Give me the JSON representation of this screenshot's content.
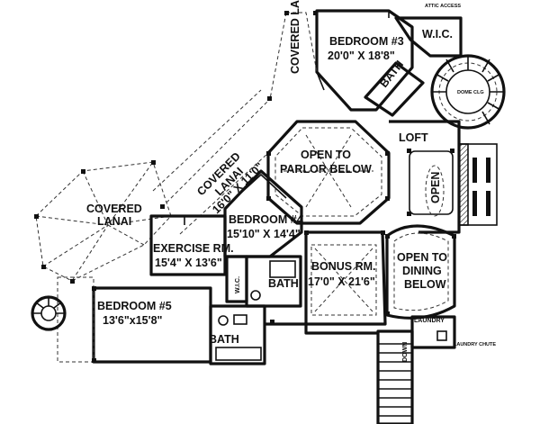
{
  "labels": {
    "bedroom3_title": "BEDROOM #3",
    "bedroom3_dims": "20'0\" X 18'8\"",
    "wic_top": "W.I.C.",
    "attic_access": "ATTIC ACCESS",
    "covered_lanai_vertical": "COVERED LANAI",
    "bath_top": "BATH",
    "dome_clg": "DOME CLG",
    "open_to_parlor_1": "OPEN TO",
    "open_to_parlor_2": "PARLOR BELOW",
    "loft": "LOFT",
    "covered_lanai_mid_1": "COVERED",
    "covered_lanai_mid_2": "LANAI",
    "covered_lanai_mid_dims": "16'0\" X 11'0\"",
    "covered_lanai_left_1": "COVERED",
    "covered_lanai_left_2": "LANAI",
    "open_side": "OPEN",
    "bedroom4_title": "BEDROOM #4",
    "bedroom4_dims": "15'10\" X 14'4\"",
    "exercise_title": "EXERCISE RM.",
    "exercise_dims": "15'4\" X 13'6\"",
    "wic_mid": "W.I.C.",
    "bath_mid": "BATH",
    "bonus_title": "BONUS RM.",
    "bonus_dims": "17'0\" X 21'6\"",
    "open_to_dining_1": "OPEN TO",
    "open_to_dining_2": "DINING",
    "open_to_dining_3": "BELOW",
    "bedroom5_title": "BEDROOM #5",
    "bedroom5_dims": "13'6\"x15'8\"",
    "bath_bottom": "BATH",
    "laundry": "LAUNDRY",
    "laundry_chute": "LAUNDRY CHUTE",
    "down": "DOWN"
  }
}
